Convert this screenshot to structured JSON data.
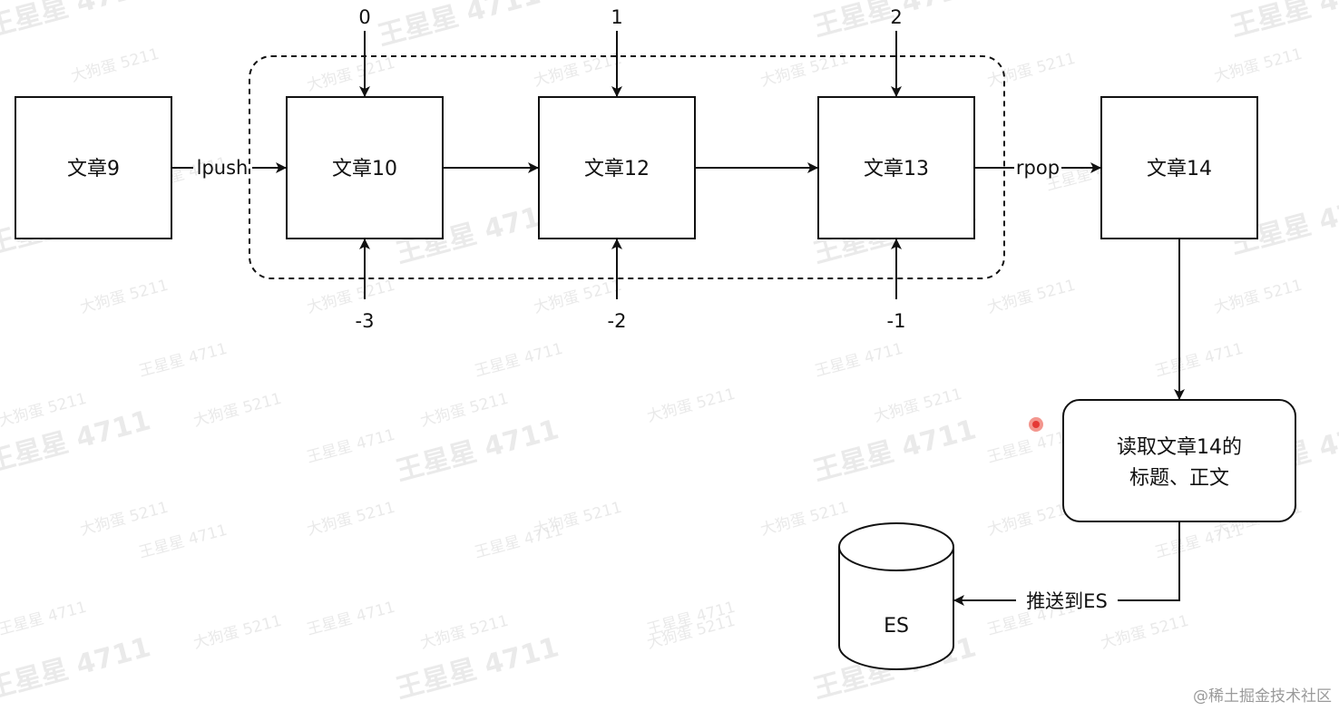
{
  "diagram": {
    "nodes": {
      "article9": "文章9",
      "article10": "文章10",
      "article12": "文章12",
      "article13": "文章13",
      "article14": "文章14",
      "read_line1": "读取文章14的",
      "read_line2": "标题、正文",
      "es": "ES"
    },
    "edges": {
      "lpush": "lpush",
      "rpop": "rpop",
      "push_es": "推送到ES"
    },
    "indices": {
      "top": [
        "0",
        "1",
        "2"
      ],
      "bottom": [
        "-3",
        "-2",
        "-1"
      ]
    },
    "colors": {
      "stroke": "#111111",
      "text": "#111111",
      "cursor": "#e53935",
      "watermark": "#d9d9d9"
    }
  },
  "watermarks": {
    "a": "王星星 4711",
    "b": "大狗蛋 5211",
    "c": "王星星 4711"
  },
  "footer": {
    "credit": "@稀土掘金技术社区"
  }
}
